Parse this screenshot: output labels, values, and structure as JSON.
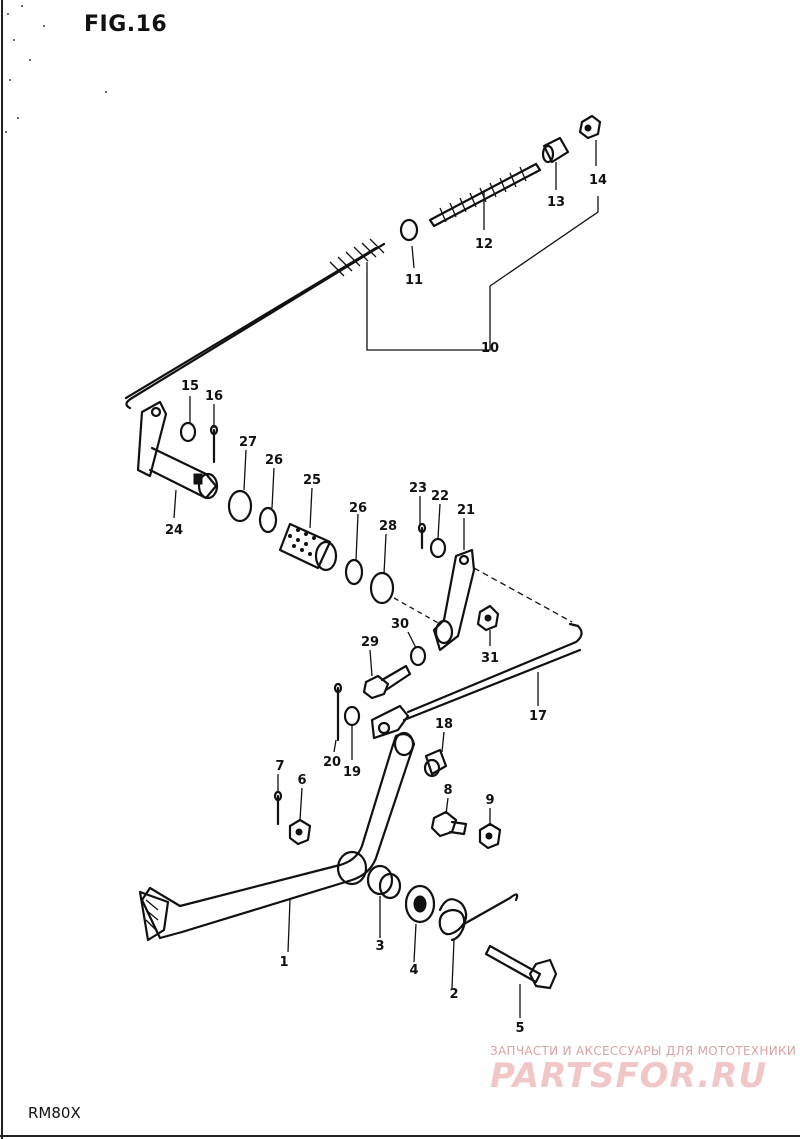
{
  "figure": {
    "title": "FIG.16",
    "model": "RM80X"
  },
  "parts": [
    {
      "num": "1"
    },
    {
      "num": "2"
    },
    {
      "num": "3"
    },
    {
      "num": "4"
    },
    {
      "num": "5"
    },
    {
      "num": "6"
    },
    {
      "num": "7"
    },
    {
      "num": "8"
    },
    {
      "num": "9"
    },
    {
      "num": "10"
    },
    {
      "num": "11"
    },
    {
      "num": "12"
    },
    {
      "num": "13"
    },
    {
      "num": "14"
    },
    {
      "num": "15"
    },
    {
      "num": "16"
    },
    {
      "num": "17"
    },
    {
      "num": "18"
    },
    {
      "num": "19"
    },
    {
      "num": "20"
    },
    {
      "num": "21"
    },
    {
      "num": "22"
    },
    {
      "num": "23"
    },
    {
      "num": "24"
    },
    {
      "num": "25"
    },
    {
      "num": "26"
    },
    {
      "num": "26"
    },
    {
      "num": "27"
    },
    {
      "num": "28"
    },
    {
      "num": "29"
    },
    {
      "num": "30"
    },
    {
      "num": "31"
    }
  ],
  "watermark": {
    "tagline": "ЗАПЧАСТИ И АКСЕССУАРЫ ДЛЯ МОТОТЕХНИКИ",
    "brand": "PARTSFOR.RU"
  }
}
